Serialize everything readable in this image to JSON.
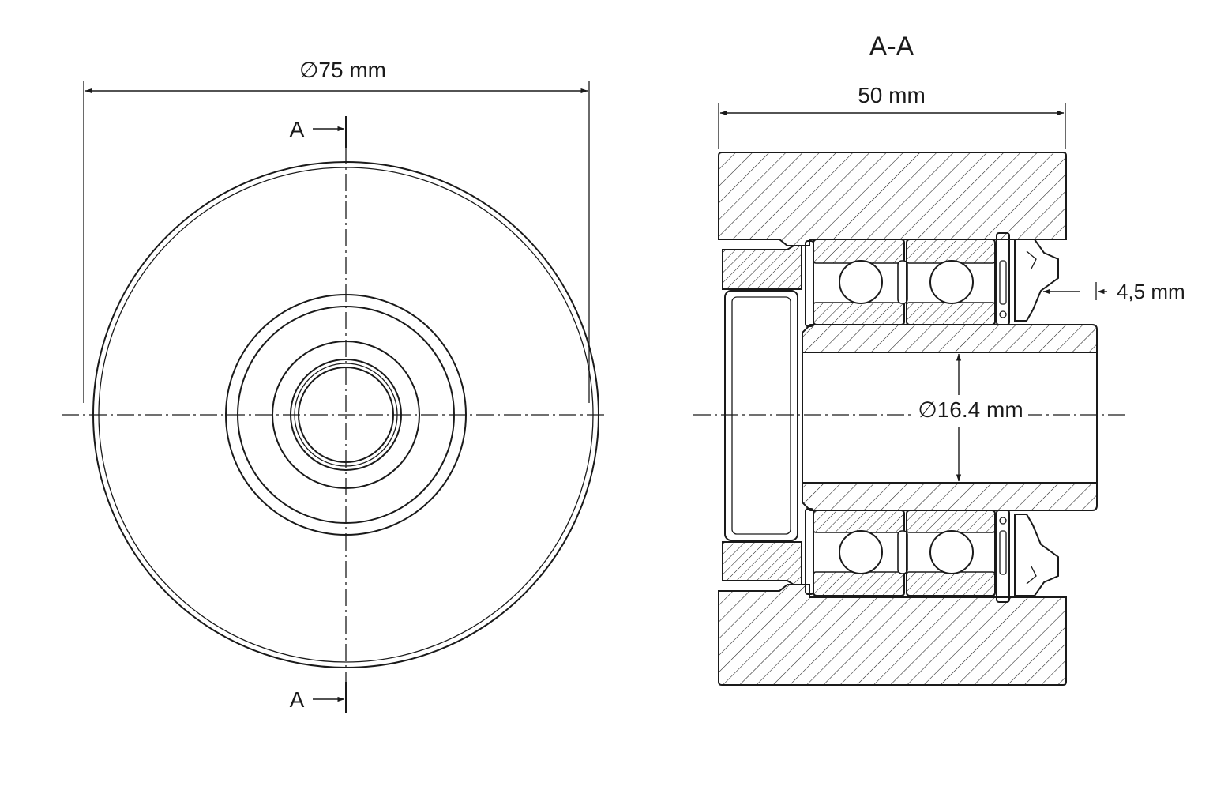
{
  "front_view": {
    "diameter_label": "∅75 mm",
    "section_mark_top": "A",
    "section_mark_bottom": "A"
  },
  "section_view": {
    "title": "A-A",
    "width_label": "50 mm",
    "groove_label": "4,5 mm",
    "bore_label": "∅16.4 mm"
  }
}
